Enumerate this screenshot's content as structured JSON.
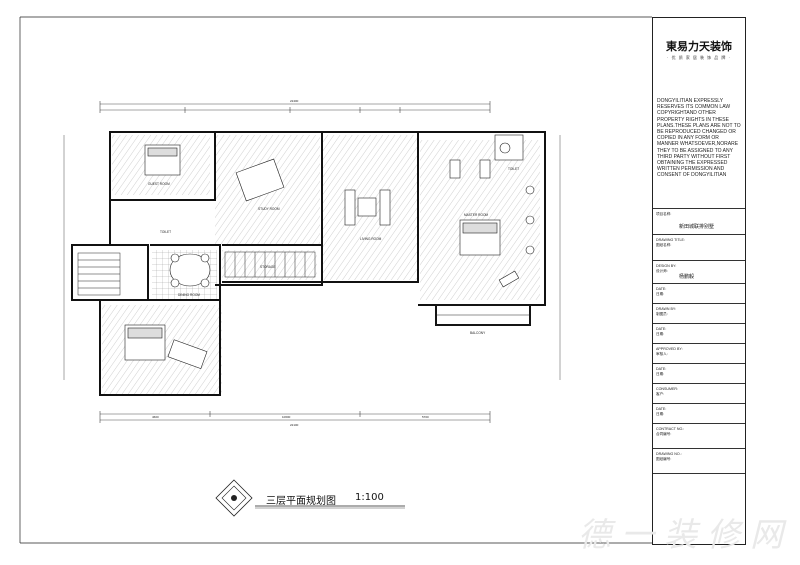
{
  "title_block": {
    "company_name": "東易力天装饰",
    "company_sub": "· 优 质 家 居 装 饰 品 牌 ·",
    "copyright": "DONGYILITIAN EXPRESSLY RESERVES ITS COMMON LAW COPYRIGHTAND OTHER PROPERTY RIGHTS IN THESE PLANS.THESE PLANS ARE NOT TO BE REPRODUCED CHANGED OR COPIED IN ANY FORM OR MANNER WHATSOEVER,NORARE THEY TO BE ASSIGNED TO ANY THIRD PARTY WITHOUT FIRST OBTAINING THE EXPRESSED WRITTEN PERMISSION AND CONSENT OF DONGYILITIAN",
    "project_label": "项目名称:",
    "project_name": "新田城联排别墅",
    "drawing_title_label": "DRAWING TITLE:",
    "drawing_title_cn": "图纸名称:",
    "design_by_label": "DESIGN BY:",
    "designer_cn": "设计师:",
    "designer_name": "杨鹏毅",
    "date_label": "DATE:",
    "date_cn": "日期:",
    "drawn_by_label": "DRAWN BY:",
    "drawn_cn": "制图员:",
    "approved_label": "APPROVED BY:",
    "approved_cn": "审核人:",
    "consumer_label": "CONSUMER:",
    "consumer_cn": "客户:",
    "contract_label": "CONTRACT NO.:",
    "contract_cn": "合同编号:",
    "drawing_no_label": "DRAWING NO.:",
    "drawing_no_cn": "图纸编号:"
  },
  "plan": {
    "title": "三层平面规划图",
    "scale": "1:100",
    "dim_top_total": "22400",
    "dim_bottom_total": "22100",
    "dim_bottom": [
      "4600",
      "10600",
      "5700"
    ],
    "rooms": [
      "GUEST ROOM",
      "TOILET",
      "STUDY ROOM",
      "STORAGE",
      "DINING ROOM",
      "LIVING ROOM",
      "MASTER ROOM",
      "TOILET",
      "BALCONY"
    ]
  },
  "watermark": "德一装修网",
  "colors": {
    "line": "#222222",
    "hatch": "#555555"
  }
}
